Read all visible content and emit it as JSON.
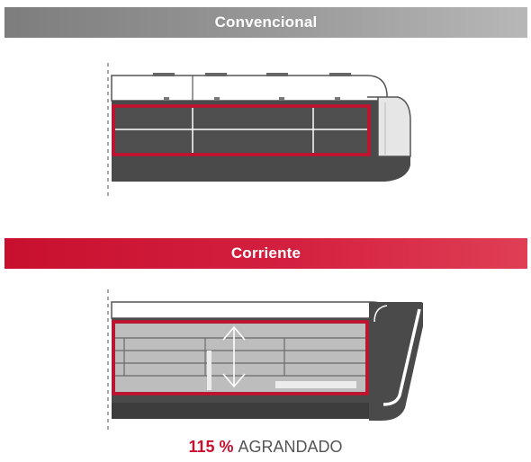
{
  "sections": [
    {
      "label": "Convencional"
    },
    {
      "label": "Corriente"
    }
  ],
  "result": {
    "value": "115 %",
    "label": "AGRANDADO"
  },
  "colors": {
    "accent": "#c8102e",
    "neutral_banner": "#8e8e8e",
    "unit_dark": "#4a4a4a",
    "unit_light": "#bdbdbd"
  }
}
